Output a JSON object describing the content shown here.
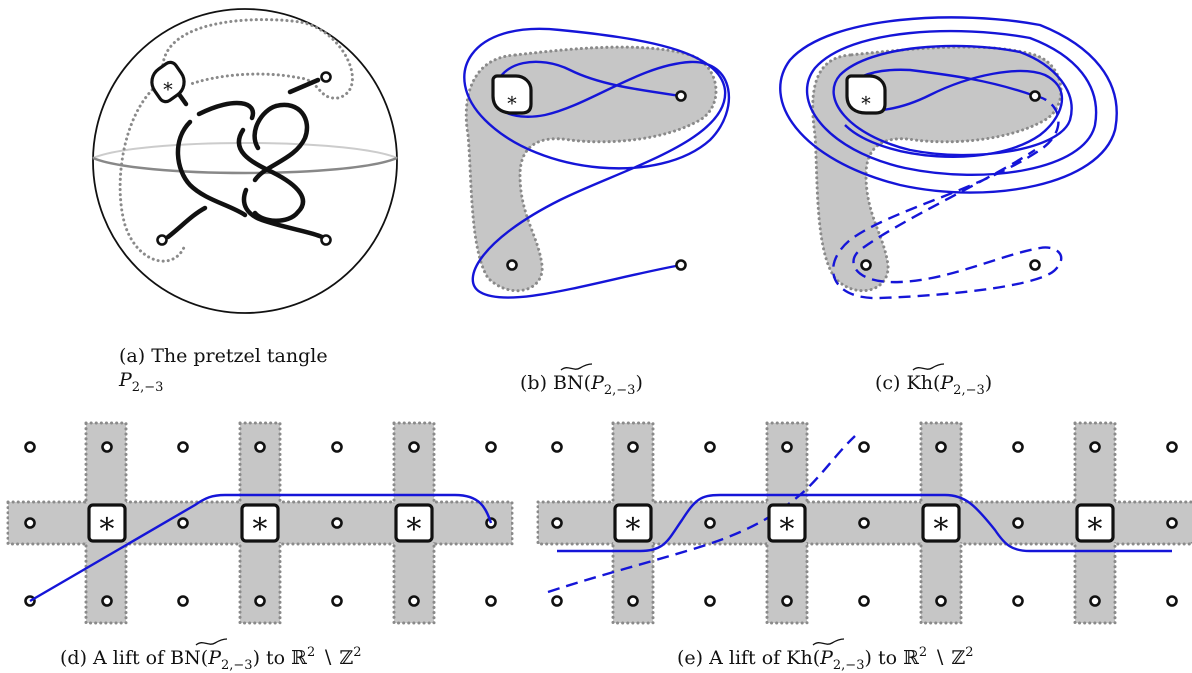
{
  "captions": {
    "a": {
      "line1": "(a)  The pretzel tangle",
      "sym": "P",
      "sub": "2,−3"
    },
    "b": {
      "prefix": "(b)",
      "op": "BN",
      "sym": "P",
      "sub": "2,−3"
    },
    "c": {
      "prefix": "(c)",
      "op": "Kh",
      "sym": "P",
      "sub": "2,−3"
    },
    "d": {
      "prefix": "(d)  A lift of",
      "op": "BN",
      "sym": "P",
      "sub": "2,−3",
      "to": "to",
      "R": "ℝ",
      "sup": "2",
      "minus": "∖",
      "Z": "ℤ"
    },
    "e": {
      "prefix": "(e)  A lift of",
      "op": "Kh",
      "sym": "P",
      "sub": "2,−3",
      "to": "to",
      "R": "ℝ",
      "sup": "2",
      "minus": "∖",
      "Z": "ℤ"
    }
  },
  "special_puncture_glyph": "∗",
  "colors": {
    "curve": "#1515d8",
    "shaded_region": "#c6c6c6",
    "dotted_border": "#8a8a8a",
    "tangle_strand": "#111111",
    "equator_front": "#888888",
    "equator_back": "#cccccc"
  }
}
